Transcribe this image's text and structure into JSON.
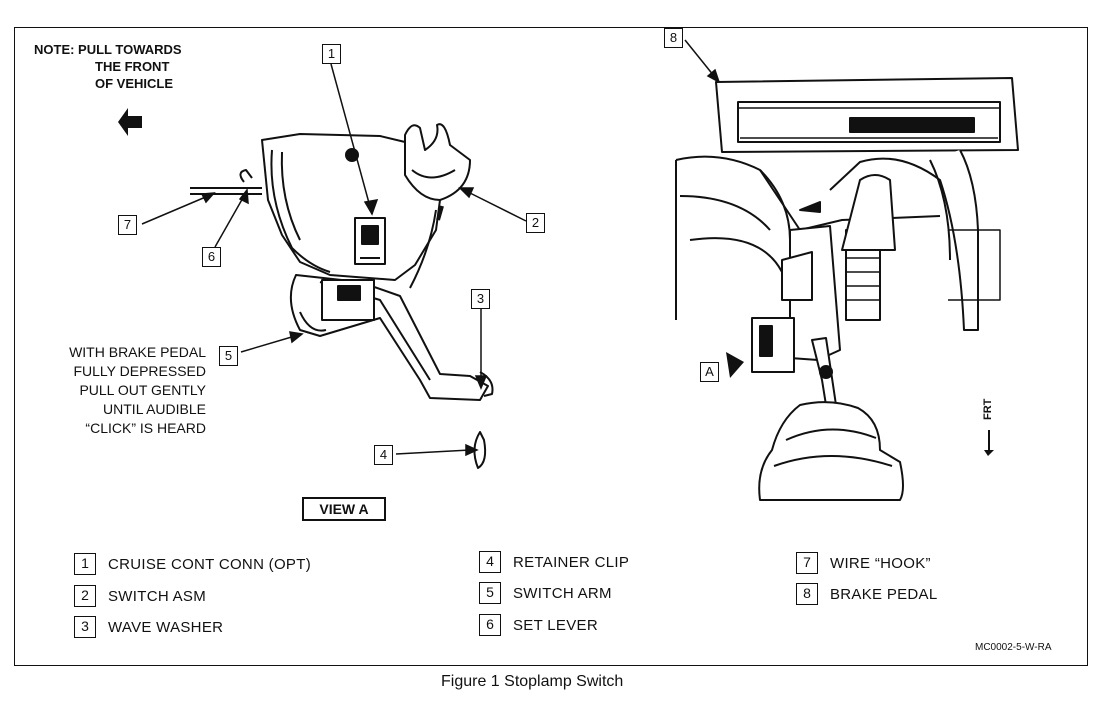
{
  "note": {
    "lines": [
      "NOTE: PULL TOWARDS",
      "THE FRONT",
      "OF VEHICLE"
    ]
  },
  "instruction": {
    "lines": [
      "WITH BRAKE PEDAL",
      "FULLY DEPRESSED",
      "PULL OUT GENTLY",
      "UNTIL AUDIBLE",
      "“CLICK” IS HEARD"
    ]
  },
  "view_label": "VIEW A",
  "view_marker": "A",
  "front_marker": "FRT",
  "callouts": [
    "1",
    "2",
    "3",
    "4",
    "5",
    "6",
    "7",
    "8"
  ],
  "legend": [
    {
      "num": "1",
      "label": "CRUISE CONT CONN (OPT)"
    },
    {
      "num": "2",
      "label": "SWITCH ASM"
    },
    {
      "num": "3",
      "label": "WAVE WASHER"
    },
    {
      "num": "4",
      "label": "RETAINER CLIP"
    },
    {
      "num": "5",
      "label": "SWITCH ARM"
    },
    {
      "num": "6",
      "label": "SET LEVER"
    },
    {
      "num": "7",
      "label": "WIRE “HOOK”"
    },
    {
      "num": "8",
      "label": "BRAKE PEDAL"
    }
  ],
  "reference_code": "MC0002-5-W-RA",
  "caption": "Figure 1 Stoplamp Switch"
}
